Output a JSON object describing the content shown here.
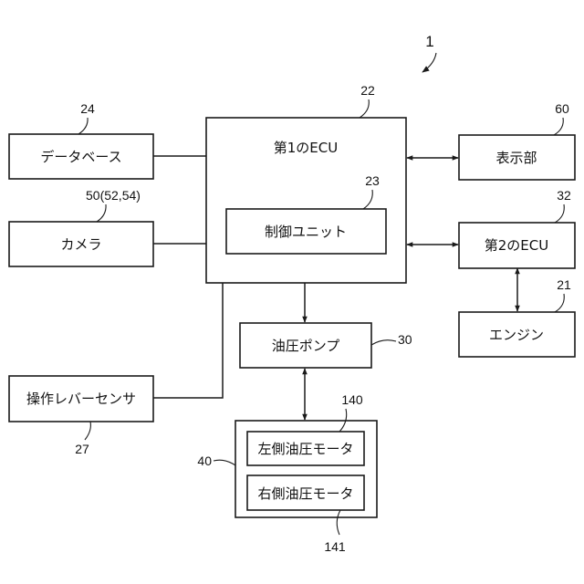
{
  "figure": {
    "ref": "1",
    "blocks": {
      "database": {
        "label": "データベース",
        "ref": "24"
      },
      "camera": {
        "label": "カメラ",
        "ref": "50(52,54)"
      },
      "lever_sensor": {
        "label": "操作レバーセンサ",
        "ref": "27"
      },
      "first_ecu": {
        "label": "第1のECU",
        "ref": "22"
      },
      "control_unit": {
        "label": "制御ユニット",
        "ref": "23"
      },
      "display": {
        "label": "表示部",
        "ref": "60"
      },
      "second_ecu": {
        "label": "第2のECU",
        "ref": "32"
      },
      "engine": {
        "label": "エンジン",
        "ref": "21"
      },
      "hydraulic_pump": {
        "label": "油圧ポンプ",
        "ref": "30"
      },
      "motor_group": {
        "ref": "40"
      },
      "left_motor": {
        "label": "左側油圧モータ",
        "ref": "140"
      },
      "right_motor": {
        "label": "右側油圧モータ",
        "ref": "141"
      }
    }
  }
}
